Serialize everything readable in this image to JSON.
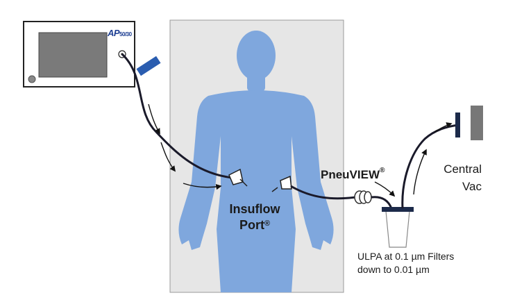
{
  "device": {
    "brand": "AP",
    "model": "50/30"
  },
  "labels": {
    "insuflow_line1": "Insuflow",
    "insuflow_line2": "Port",
    "insuflow_reg": "®",
    "pneuview": "PneuVIEW",
    "pneuview_reg": "®",
    "central_vac_line1": "Central",
    "central_vac_line2": "Vac",
    "ulpa_line1": "ULPA at 0.1 µm Filters",
    "ulpa_line2": "down to 0.01 µm"
  },
  "colors": {
    "body_blue": "#7fa7dd",
    "panel_gray": "#e6e6e6",
    "tube": "#1a1a2a",
    "connector_blue": "#2a5db0",
    "filter_navy": "#1c2a4a",
    "vac_gray": "#777777"
  }
}
